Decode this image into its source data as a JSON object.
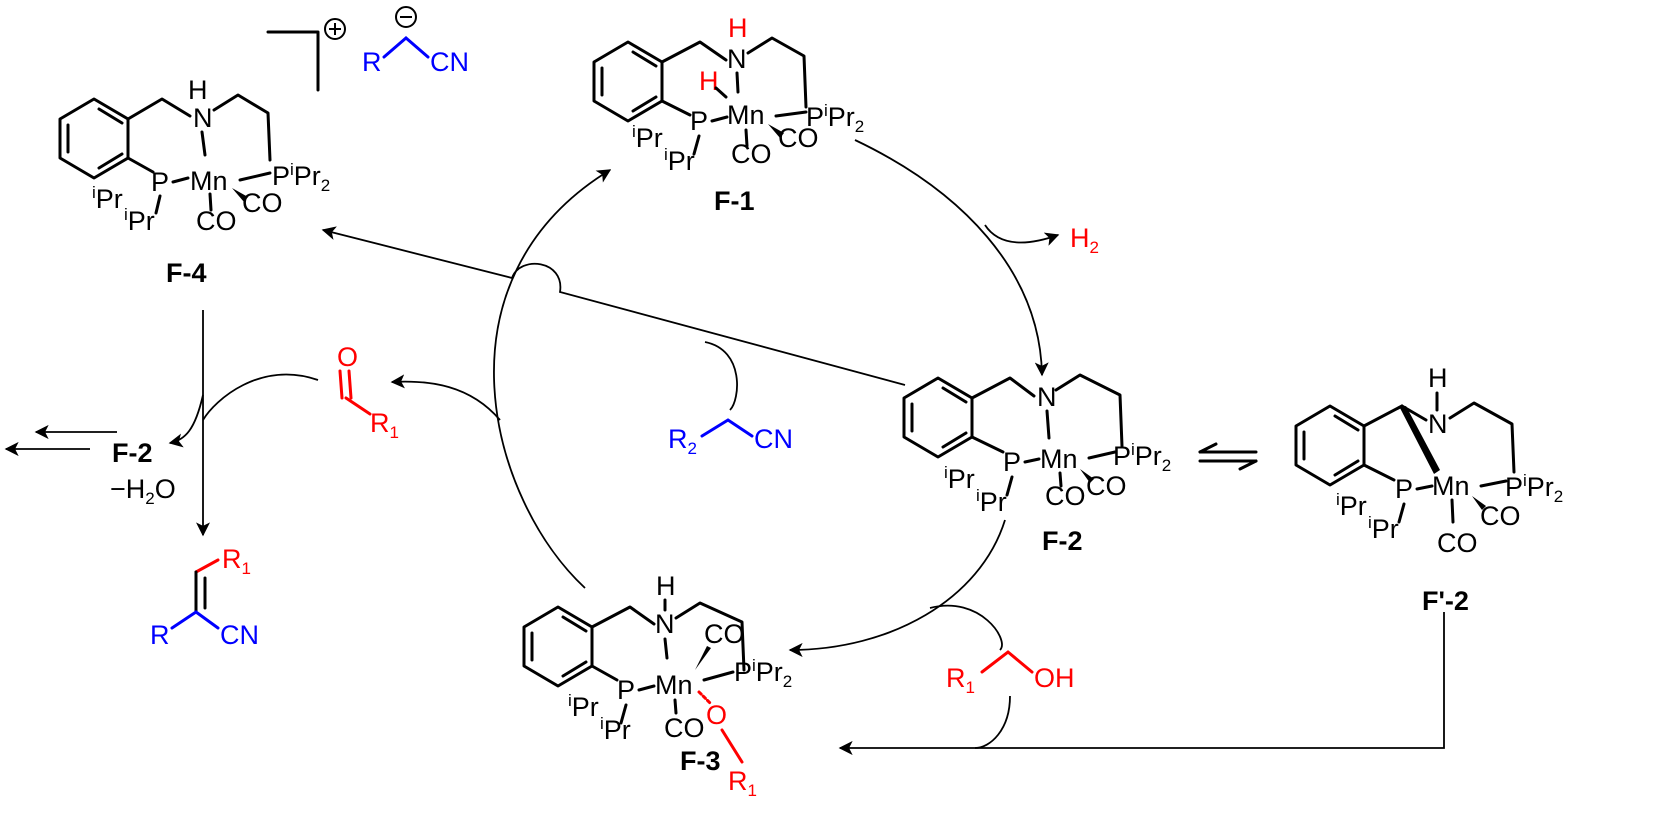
{
  "compounds": {
    "f1": "F-1",
    "f2": "F-2",
    "f3": "F-3",
    "f4": "F-4",
    "f2prime": "F'-2"
  },
  "atoms": {
    "P": "P",
    "N": "N",
    "H": "H",
    "Mn": "Mn",
    "CO": "CO",
    "Pr": "Pr",
    "i": "i",
    "two": "2",
    "O": "O",
    "OH": "OH",
    "R": "R",
    "R1": "R",
    "R2": "R",
    "one": "1",
    "CN": "CN",
    "minus": "−",
    "plus": "⊕",
    "anion": "⊖"
  },
  "reagents": {
    "h2": "H",
    "h2_sub": "2",
    "minus_water": "−H",
    "water_tail": "O",
    "f2_label": "F-2"
  },
  "colors": {
    "black": "#000000",
    "red": "#ff0000",
    "blue": "#0000ff"
  }
}
